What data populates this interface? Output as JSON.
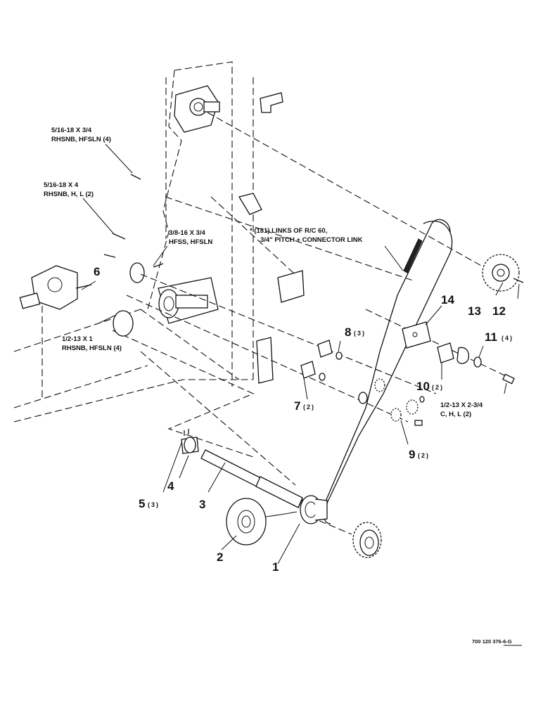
{
  "callouts": {
    "c1": "1",
    "c2": "2",
    "c3": "3",
    "c4": "4",
    "c5": "5",
    "c5_qty": "(3)",
    "c6": "6",
    "c7": "7",
    "c7_qty": "(2)",
    "c8": "8",
    "c8_qty": "(3)",
    "c9": "9",
    "c9_qty": "(2)",
    "c10": "10",
    "c10_qty": "(2)",
    "c11": "11",
    "c11_qty": "(4)",
    "c12": "12",
    "c13": "13",
    "c14": "14"
  },
  "notes": {
    "bolt_a_l1": "5/16-18 X 3/4",
    "bolt_a_l2": "RHSNB, HFSLN (4)",
    "bolt_b_l1": "5/16-18 X 4",
    "bolt_b_l2": "RHSNB, H, L (2)",
    "bolt_c_l1": "3/8-16 X 3/4",
    "bolt_c_l2": "HFSS, HFSLN",
    "chain_l1": "* (181) LINKS OF R/C 60,",
    "chain_l2": "3/4\" PITCH + CONNECTOR LINK",
    "bolt_d_l1": "1/2-13 X 1",
    "bolt_d_l2": "RHSNB, HFSLN (4)",
    "bolt_e_l1": "1/2-13 X 2-3/4",
    "bolt_e_l2": "C, H, L (2)"
  },
  "drawing_code": "700 120 376-6-G"
}
